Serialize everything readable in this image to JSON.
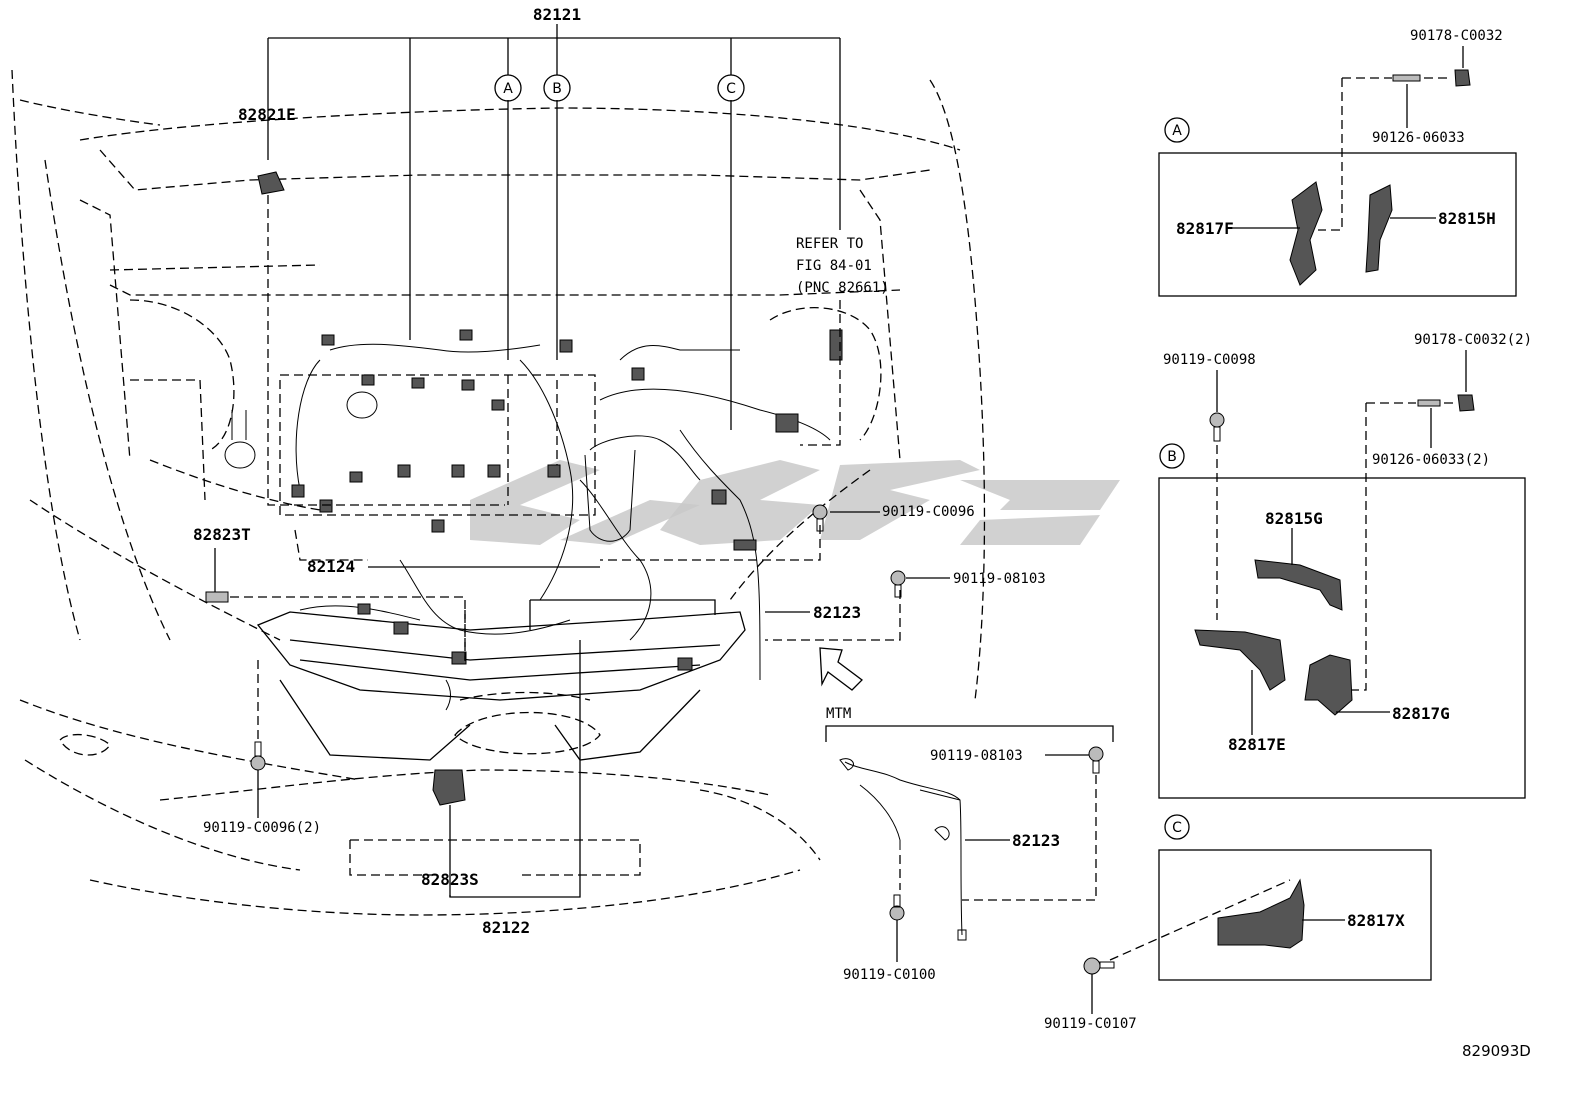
{
  "labels": {
    "p82121": "82121",
    "p82821E": "82821E",
    "refer1": "REFER TO",
    "refer2": "FIG 84-01",
    "refer3": "(PNC 82661)",
    "p82823T": "82823T",
    "p82124": "82124",
    "p90119C0096": "90119-C0096",
    "p90119_08103": "90119-08103",
    "p82123": "82123",
    "p90119C0096_2": "90119-C0096(2)",
    "p82823S": "82823S",
    "p82122": "82122",
    "mtm": "MTM",
    "mtm_90119_08103": "90119-08103",
    "mtm_82123": "82123",
    "mtm_90119C0100": "90119-C0100",
    "a_90178C0032": "90178-C0032",
    "a_90126_06033": "90126-06033",
    "a_82817F": "82817F",
    "a_82815H": "82815H",
    "b_90119C0098": "90119-C0098",
    "b_90178C0032_2": "90178-C0032(2)",
    "b_90126_06033_2": "90126-06033(2)",
    "b_82815G": "82815G",
    "b_82817E": "82817E",
    "b_82817G": "82817G",
    "c_82817X": "82817X",
    "c_90119C0107": "90119-C0107",
    "figure_id": "829093D"
  },
  "circles": {
    "A": "A",
    "B": "B",
    "C": "C",
    "inset_A": "A",
    "inset_B": "B",
    "inset_C": "C"
  }
}
